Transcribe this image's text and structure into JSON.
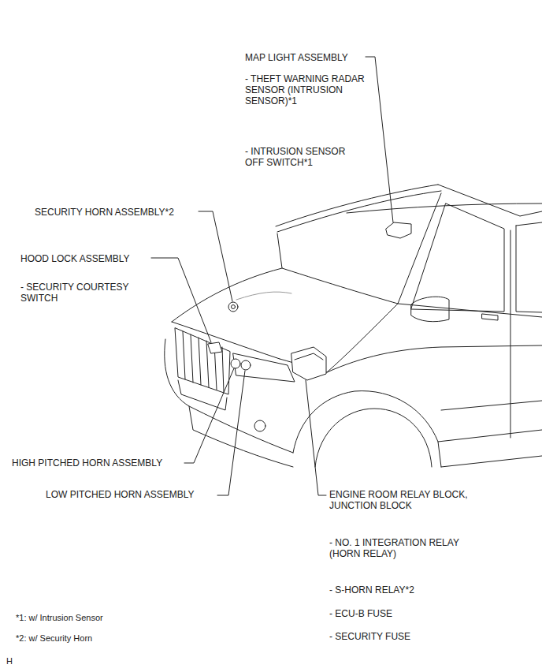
{
  "diagram": {
    "labels": [
      "MAP LIGHT ASSEMBLY",
      "- THEFT WARNING RADAR SENSOR (INTRUSION SENSOR)*1",
      "- INTRUSION SENSOR OFF SWITCH*1",
      "SECURITY HORN ASSEMBLY*2",
      "HOOD LOCK ASSEMBLY",
      "- SECURITY COURTESY SWITCH",
      "HIGH PITCHED HORN ASSEMBLY",
      "LOW PITCHED HORN ASSEMBLY",
      "ENGINE ROOM RELAY BLOCK, JUNCTION BLOCK",
      "- NO. 1 INTEGRATION RELAY (HORN RELAY)",
      "- S-HORN RELAY*2",
      "- ECU-B FUSE",
      "- SECURITY FUSE",
      "*1: w/ Intrusion Sensor",
      "*2: w/ Security Horn",
      "H"
    ]
  }
}
